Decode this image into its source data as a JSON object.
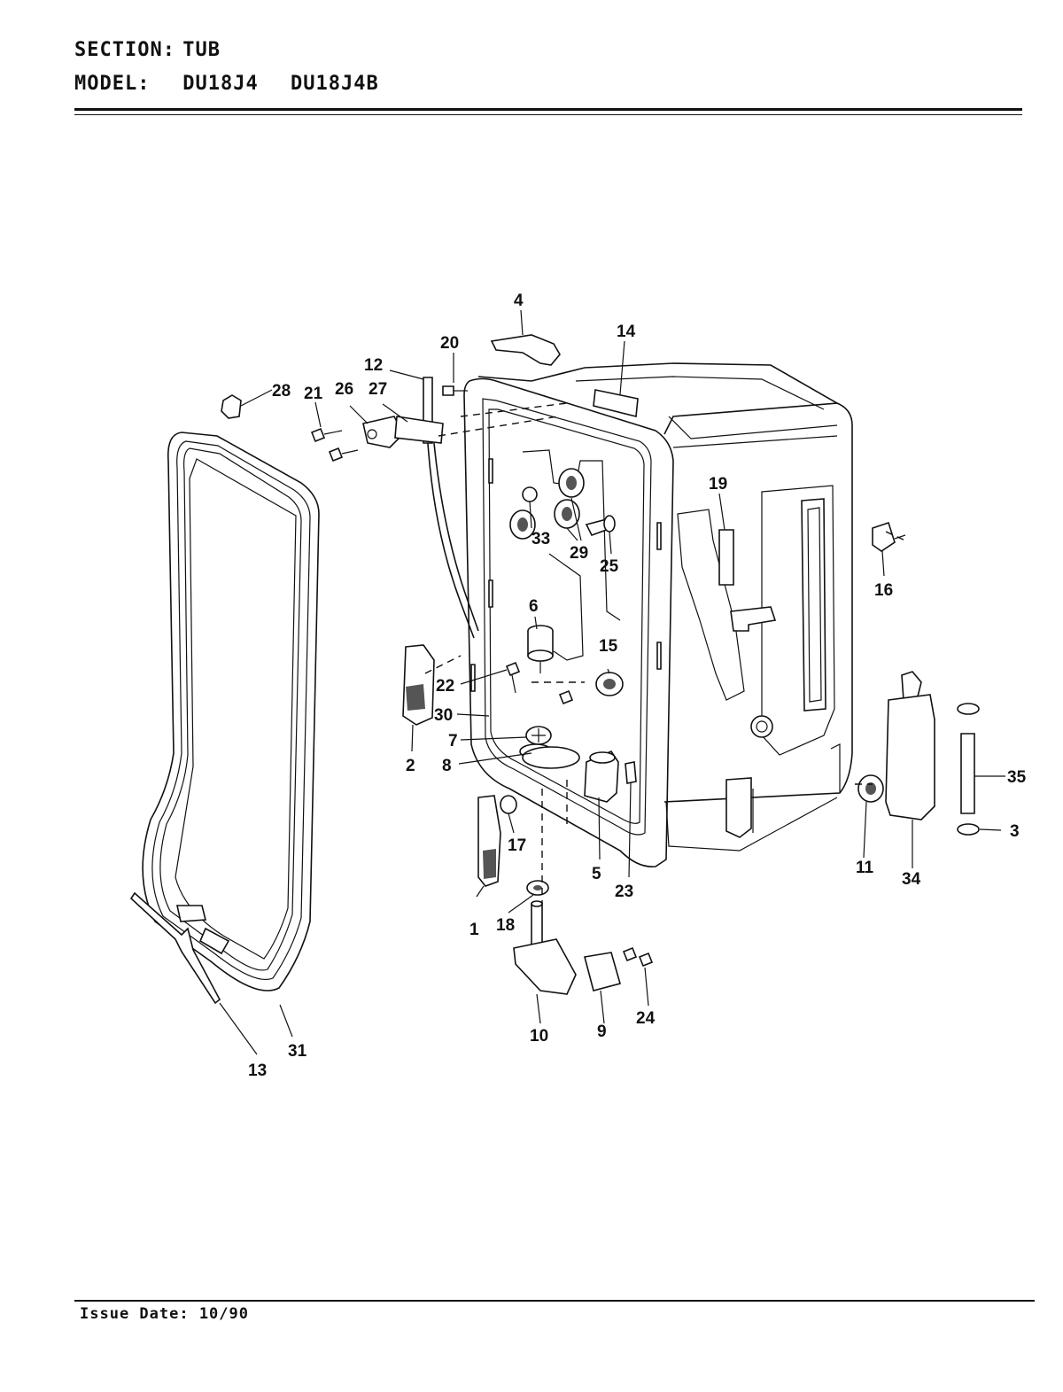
{
  "header": {
    "section_label": "SECTION:",
    "section_value": "TUB",
    "model_label": "MODEL:",
    "models": [
      "DU18J4",
      "DU18J4B"
    ]
  },
  "diagram": {
    "callouts": [
      "1",
      "2",
      "3",
      "4",
      "5",
      "6",
      "7",
      "8",
      "9",
      "10",
      "11",
      "12",
      "13",
      "14",
      "15",
      "16",
      "17",
      "18",
      "19",
      "20",
      "21",
      "22",
      "23",
      "24",
      "25",
      "26",
      "27",
      "28",
      "29",
      "30",
      "31",
      "33",
      "34",
      "35"
    ]
  },
  "footer": {
    "issue_date": "Issue Date: 10/90"
  }
}
